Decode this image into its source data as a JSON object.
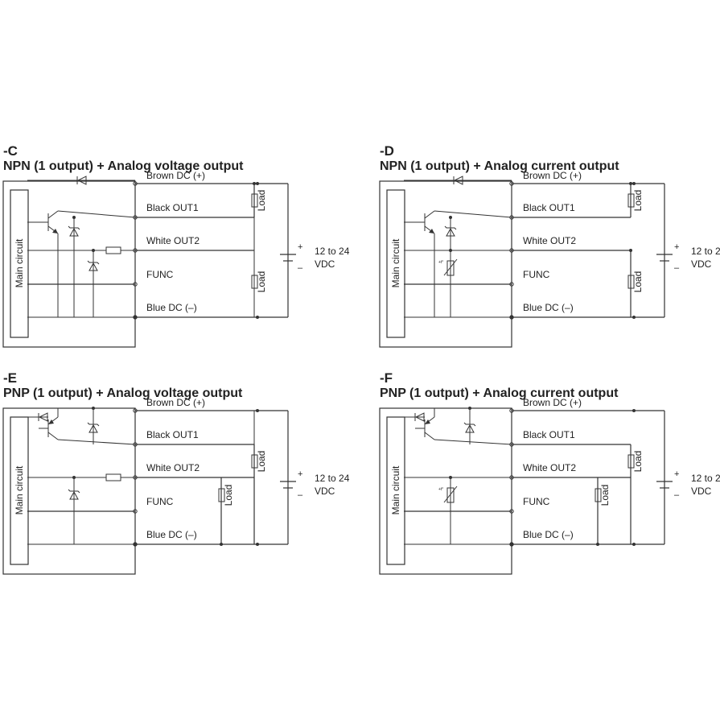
{
  "diagrams": [
    {
      "code": "-C",
      "title": "NPN (1 output) + Analog voltage output",
      "transistor": "NPN",
      "analog": "voltage"
    },
    {
      "code": "-D",
      "title": "NPN (1 output) + Analog current output",
      "transistor": "NPN",
      "analog": "current"
    },
    {
      "code": "-E",
      "title": "PNP (1 output) + Analog voltage output",
      "transistor": "PNP",
      "analog": "voltage"
    },
    {
      "code": "-F",
      "title": "PNP (1 output) + Analog current output",
      "transistor": "PNP",
      "analog": "current"
    }
  ],
  "labels": {
    "main_circuit": "Main circuit",
    "brown": "Brown DC (+)",
    "black": "Black OUT1",
    "white": "White OUT2",
    "func": "FUNC",
    "blue": "Blue DC (–)",
    "load": "Load",
    "plus": "+",
    "minus": "–",
    "supply_line1": "12 to 24",
    "supply_line2": "VDC",
    "thermistor_mark": "+t°"
  }
}
